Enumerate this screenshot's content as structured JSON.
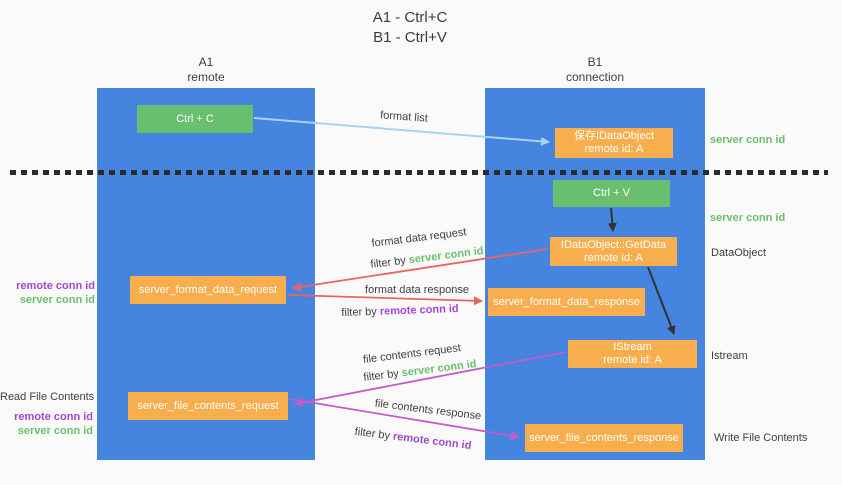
{
  "title": {
    "line1": "A1 - Ctrl+C",
    "line2": "B1 - Ctrl+V"
  },
  "lifelines": {
    "a1": {
      "name": "A1",
      "role": "remote"
    },
    "b1": {
      "name": "B1",
      "role": "connection"
    }
  },
  "boxes": {
    "ctrl_c": {
      "label": "Ctrl + C"
    },
    "save_idataobject": {
      "line1": "保存IDataObject",
      "line2": "remote id: A"
    },
    "ctrl_v": {
      "label": "Ctrl + V"
    },
    "getdata": {
      "line1": "IDataObject::GetData",
      "line2": "remote id: A"
    },
    "format_request": {
      "label": "server_format_data_request"
    },
    "format_response": {
      "label": "server_format_data_response"
    },
    "istream": {
      "line1": "IStream",
      "line2": "remote id: A"
    },
    "file_request": {
      "label": "server_file_contents_request"
    },
    "file_response": {
      "label": "server_file_contents_response"
    }
  },
  "right_labels": {
    "server_conn_id_1": "server conn id",
    "server_conn_id_2": "server conn id",
    "dataobject": "DataObject",
    "istream": "Istream",
    "write_file_contents": "Write File Contents"
  },
  "left_labels": {
    "remote_conn_id_1": "remote conn id",
    "server_conn_id_1": "server conn id",
    "read_file_contents": "Read File Contents",
    "remote_conn_id_2": "remote conn id",
    "server_conn_id_2": "server conn id"
  },
  "arrow_labels": {
    "format_list": "format list",
    "format_data_request": "format data request",
    "filter_by_1": "filter by ",
    "filter_id_1": "server conn id",
    "format_data_response": "format data response",
    "filter_by_2": "filter by ",
    "filter_id_2": "remote conn id",
    "file_contents_request": "file contents request",
    "filter_by_3": "filter by ",
    "filter_id_3": "server conn id",
    "file_contents_response": "file contents response",
    "filter_by_4": "filter by ",
    "filter_id_4": "remote conn id"
  },
  "colors": {
    "column_blue": "#4584df",
    "box_green": "#69bf6d",
    "box_orange": "#f9ae4d",
    "arrow_red": "#e8655e",
    "arrow_magenta": "#c55bc5",
    "arrow_light_blue": "#a9d3f2",
    "arrow_black": "#333333",
    "text_green": "#6abf6d",
    "text_purple": "#a348d1",
    "text_dark": "#3f3f3f",
    "background": "#fafafa"
  }
}
